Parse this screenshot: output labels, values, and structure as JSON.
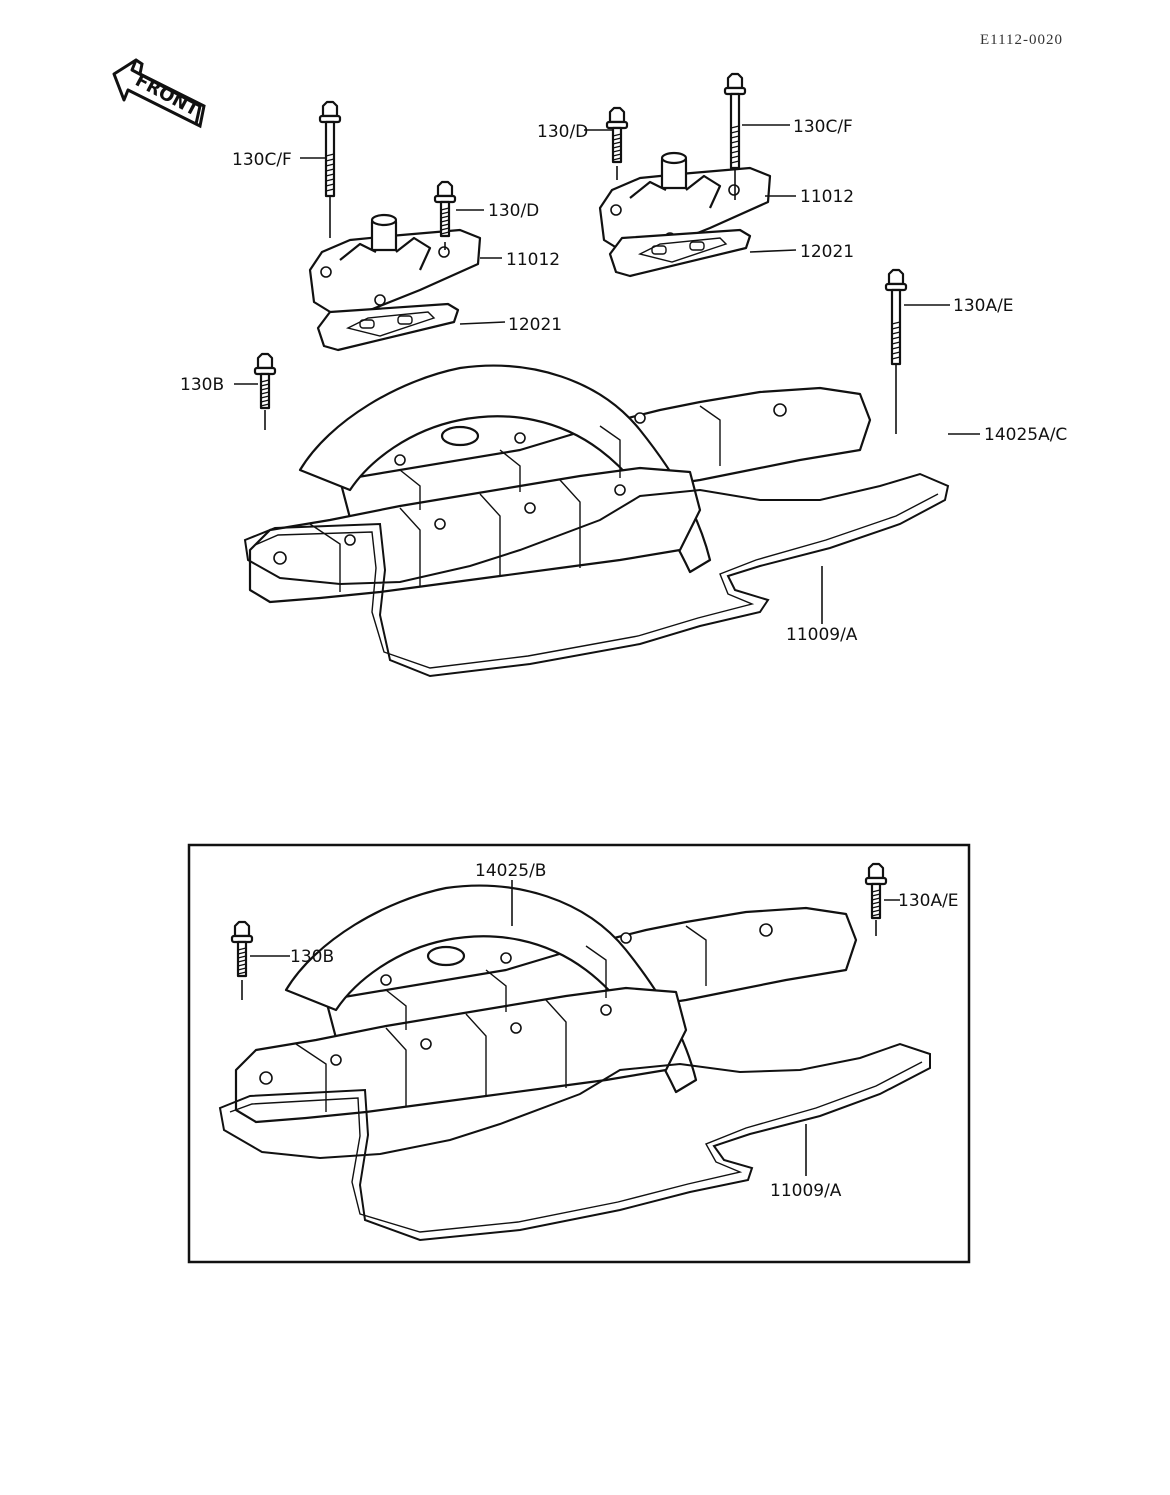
{
  "drawing_code": "E1112-0020",
  "front_arrow": {
    "label": "FRONT",
    "icon": "front-direction-arrow-icon"
  },
  "upper_assembly": {
    "labels": {
      "bolt_130cf_left": "130C/F",
      "bolt_130d_left": "130/D",
      "cap_11012_left": "11012",
      "gasket_12021_left": "12021",
      "bolt_130d_right": "130/D",
      "bolt_130cf_right": "130C/F",
      "cap_11012_right": "11012",
      "gasket_12021_right": "12021",
      "bolt_130ae": "130A/E",
      "bolt_130b": "130B",
      "cover_14025ac": "14025A/C",
      "gasket_11009a": "11009/A"
    }
  },
  "lower_assembly": {
    "labels": {
      "cover_14025b": "14025/B",
      "bolt_130ae": "130A/E",
      "bolt_130b": "130B",
      "gasket_11009a": "11009/A"
    }
  }
}
